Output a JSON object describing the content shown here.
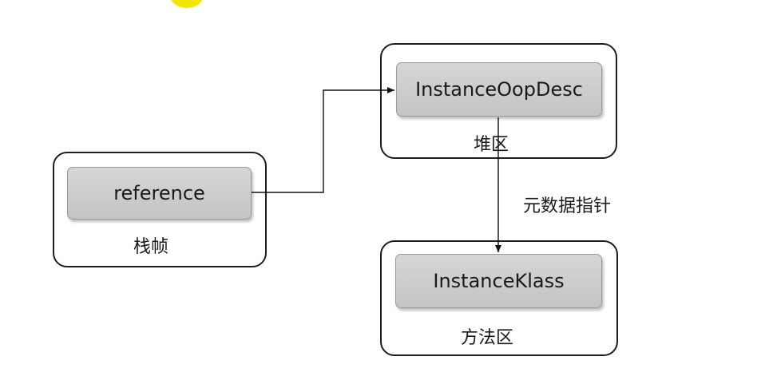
{
  "nodes": {
    "stack_frame": {
      "inner_label": "reference",
      "caption": "栈帧"
    },
    "heap": {
      "inner_label": "InstanceOopDesc",
      "caption": "堆区"
    },
    "method_area": {
      "inner_label": "InstanceKlass",
      "caption": "方法区"
    }
  },
  "edges": [
    {
      "from": "reference",
      "to": "InstanceOopDesc",
      "label": ""
    },
    {
      "from": "InstanceOopDesc",
      "to": "InstanceKlass",
      "label": "元数据指针"
    }
  ],
  "edge_label": "元数据指针"
}
